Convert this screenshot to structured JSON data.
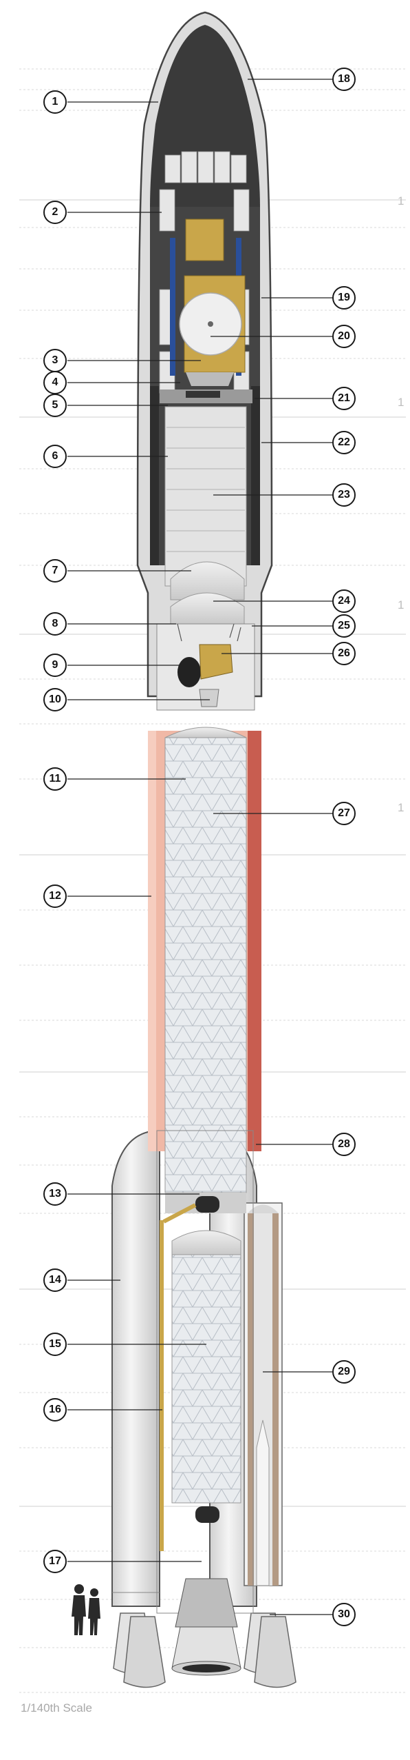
{
  "diagram": {
    "scale_label": "1/140th Scale",
    "meter_marker": "1",
    "callouts": [
      "1",
      "2",
      "3",
      "4",
      "5",
      "6",
      "7",
      "8",
      "9",
      "10",
      "11",
      "12",
      "13",
      "14",
      "15",
      "16",
      "17",
      "18",
      "19",
      "20",
      "21",
      "22",
      "23",
      "24",
      "25",
      "26",
      "27",
      "28",
      "29",
      "30"
    ]
  },
  "colors": {
    "fairing_shell": "#d9d9d9",
    "fairing_dark": "#3a3a3a",
    "insulation_pink": "#f0b8a6",
    "insulation_red": "#c85d50",
    "gold": "#c9a64a",
    "payload_blue": "#2a4f9a",
    "booster_tan": "#b39a84"
  }
}
